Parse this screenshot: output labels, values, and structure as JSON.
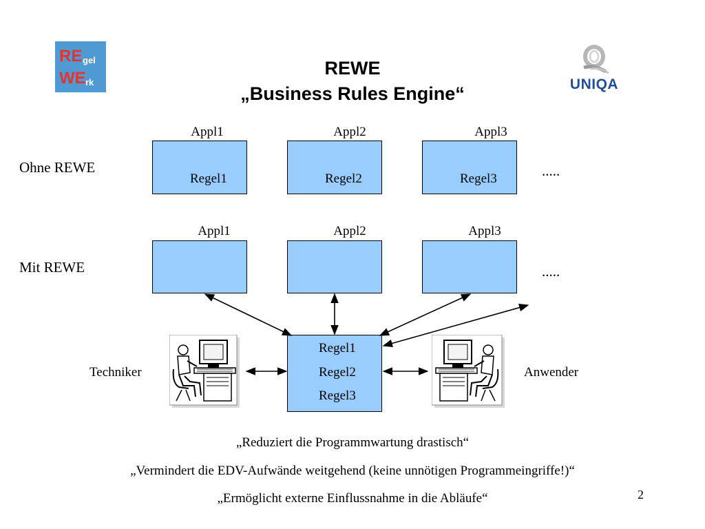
{
  "logos": {
    "left": {
      "re": "RE",
      "gel": "gel",
      "we": "WE",
      "rk": "rk"
    },
    "right": {
      "text": "UNIQA"
    }
  },
  "title": {
    "line1": "REWE",
    "line2": "„Business Rules Engine“"
  },
  "rows": {
    "ohne": {
      "label": "Ohne REWE",
      "apps": [
        {
          "name": "Appl1",
          "rule": "Regel1"
        },
        {
          "name": "Appl2",
          "rule": "Regel2"
        },
        {
          "name": "Appl3",
          "rule": "Regel3"
        }
      ],
      "ellipsis": "....."
    },
    "mit": {
      "label": "Mit REWE",
      "apps": [
        {
          "name": "Appl1"
        },
        {
          "name": "Appl2"
        },
        {
          "name": "Appl3"
        }
      ],
      "ellipsis": "....."
    }
  },
  "engine": {
    "rules": [
      "Regel1",
      "Regel2",
      "Regel3"
    ]
  },
  "people": {
    "left": "Techniker",
    "right": "Anwender"
  },
  "quotes": [
    "„Reduziert die Programmwartung drastisch“",
    "„Vermindert die EDV-Aufwände weitgehend (keine unnötigen Programmeingriffe!)“",
    "„Ermöglicht externe Einflussnahme in die Abläufe“"
  ],
  "page_number": "2",
  "colors": {
    "box_fill": "#99ccff",
    "logo_blue": "#4f9ad3",
    "logo_red": "#e8322b",
    "uniqa_blue": "#1f4e9a"
  }
}
